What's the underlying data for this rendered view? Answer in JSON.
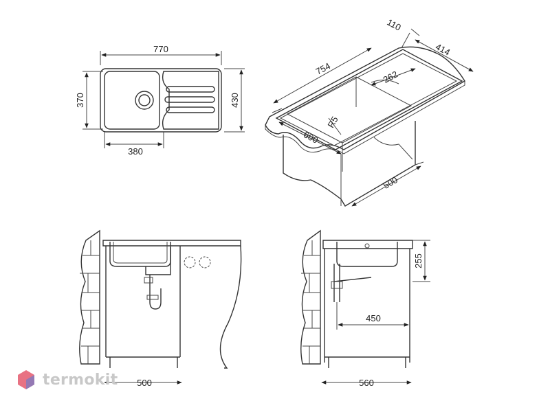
{
  "top_view": {
    "dim_width": "770",
    "dim_height": "430",
    "dim_bowl_height": "370",
    "dim_bowl_width": "380"
  },
  "iso_view": {
    "dim_length": "754",
    "dim_width_110": "110",
    "dim_depth_414": "414",
    "dim_262": "262",
    "dim_radius": "R5",
    "dim_600": "600",
    "dim_500": "500"
  },
  "front_view": {
    "dim_cabinet_width": "500"
  },
  "side_view": {
    "dim_depth": "255",
    "dim_drain": "450",
    "dim_cabinet_depth": "560"
  },
  "watermark": {
    "brand": "termokit",
    "logo_color": "#e0435a",
    "logo_color_2": "#5b7fd6"
  }
}
